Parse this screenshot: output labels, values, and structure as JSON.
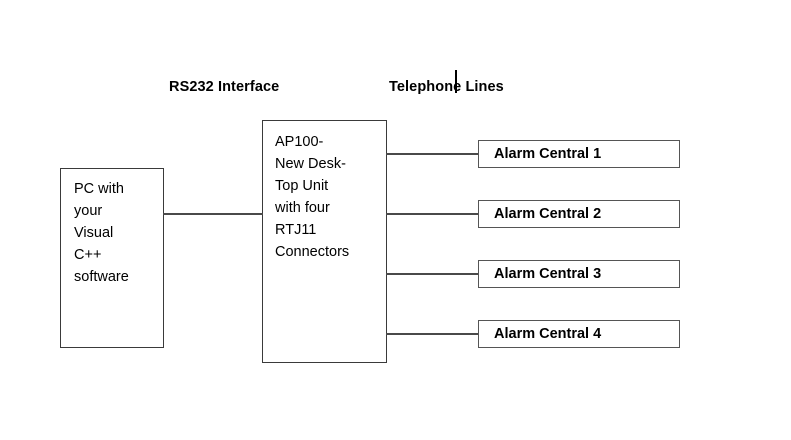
{
  "diagram": {
    "captions": [
      {
        "id": "rs232",
        "text": "RS232 Interface"
      },
      {
        "id": "telephone",
        "text": "Telephone Lines"
      }
    ],
    "nodes": {
      "pc": {
        "label": "PC with\nyour\nVisual\nC++\nsoftware"
      },
      "unit": {
        "label": "AP100-\nNew Desk-\nTop Unit\nwith four\nRTJ11\nConnectors"
      }
    },
    "alarm_centrals": [
      {
        "label": "Alarm Central 1"
      },
      {
        "label": "Alarm Central 2"
      },
      {
        "label": "Alarm Central 3"
      },
      {
        "label": "Alarm Central 4"
      }
    ],
    "colors": {
      "background": "#ffffff",
      "stroke": "#3a3a3a",
      "alarm_stroke": "#555555",
      "connector": "#4a4a4a",
      "text": "#000000"
    }
  }
}
